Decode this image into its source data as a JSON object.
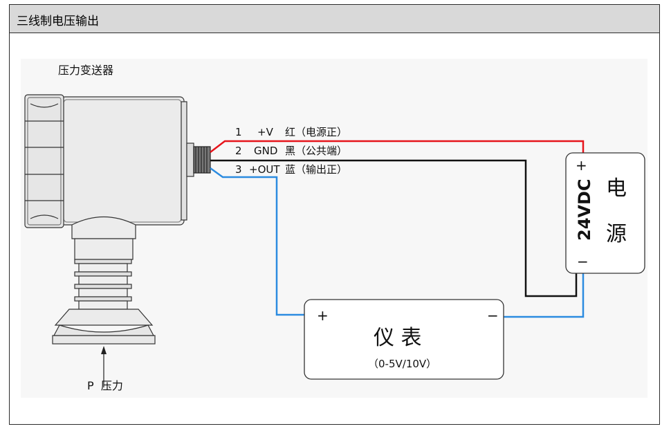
{
  "title": "三线制电压输出",
  "transmitter_label": "压力变送器",
  "pressure_label": "P  压力",
  "wires": [
    {
      "num": "1",
      "signal": "+V",
      "desc": "红（电源正）",
      "color": "#e6141b"
    },
    {
      "num": "2",
      "signal": "GND",
      "desc": "黑（公共端）",
      "color": "#111111"
    },
    {
      "num": "3",
      "signal": "+OUT",
      "desc": "蓝（输出正）",
      "color": "#2b8be0"
    }
  ],
  "power_supply": {
    "plus": "+",
    "minus": "−",
    "voltage": "24VDC",
    "name_1": "电",
    "name_2": "源"
  },
  "meter": {
    "plus": "+",
    "minus": "−",
    "name": "仪 表",
    "range": "（0-5V/10V）"
  }
}
